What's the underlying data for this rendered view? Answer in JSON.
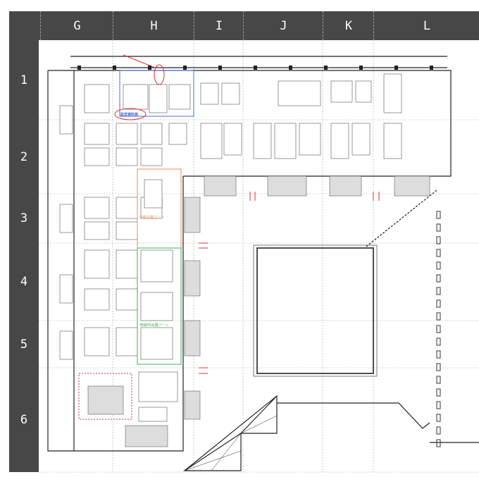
{
  "grid": {
    "columns": [
      "G",
      "H",
      "I",
      "J",
      "K",
      "L"
    ],
    "rows": [
      "1",
      "2",
      "3",
      "4",
      "5",
      "6"
    ]
  },
  "zones": {
    "blue_circled_label": "設営資料展",
    "orange_zone_label": "中堅企業ゾーン",
    "green_zone_label": "地域PR出展ゾーン"
  },
  "colors": {
    "header_bg": "#474747",
    "wall": "#222222",
    "orange_zone": "#f08a4b",
    "green_zone": "#3cb34a",
    "blue_zone": "#4a6fd6",
    "highlight_red": "#e53030"
  }
}
